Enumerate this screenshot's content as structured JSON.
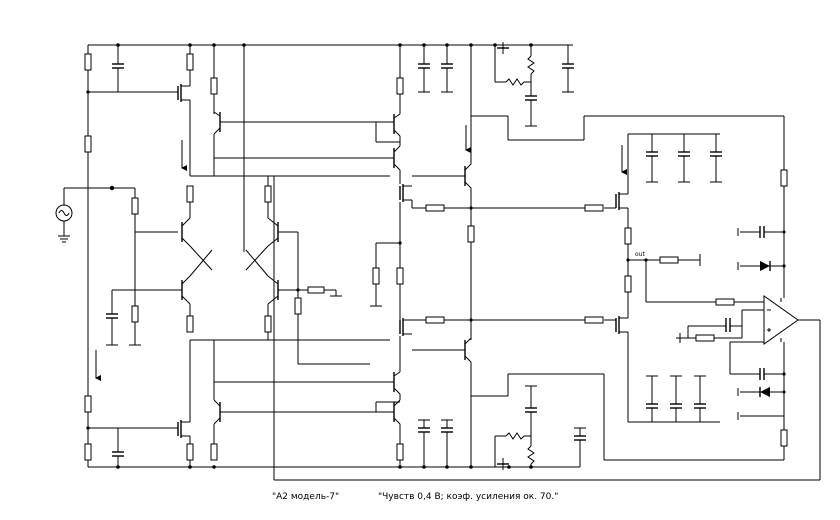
{
  "captions": {
    "model": "\"А2 модель-7\"",
    "spec": "\"Чувств 0,4 В;  коэф. усиления ок. 70.\""
  },
  "labels": {
    "out": "out"
  },
  "icons": {
    "source": "ac-source-icon",
    "opamp": "opamp-icon"
  },
  "colors": {
    "background": "#ffffff",
    "line": "#000000"
  }
}
